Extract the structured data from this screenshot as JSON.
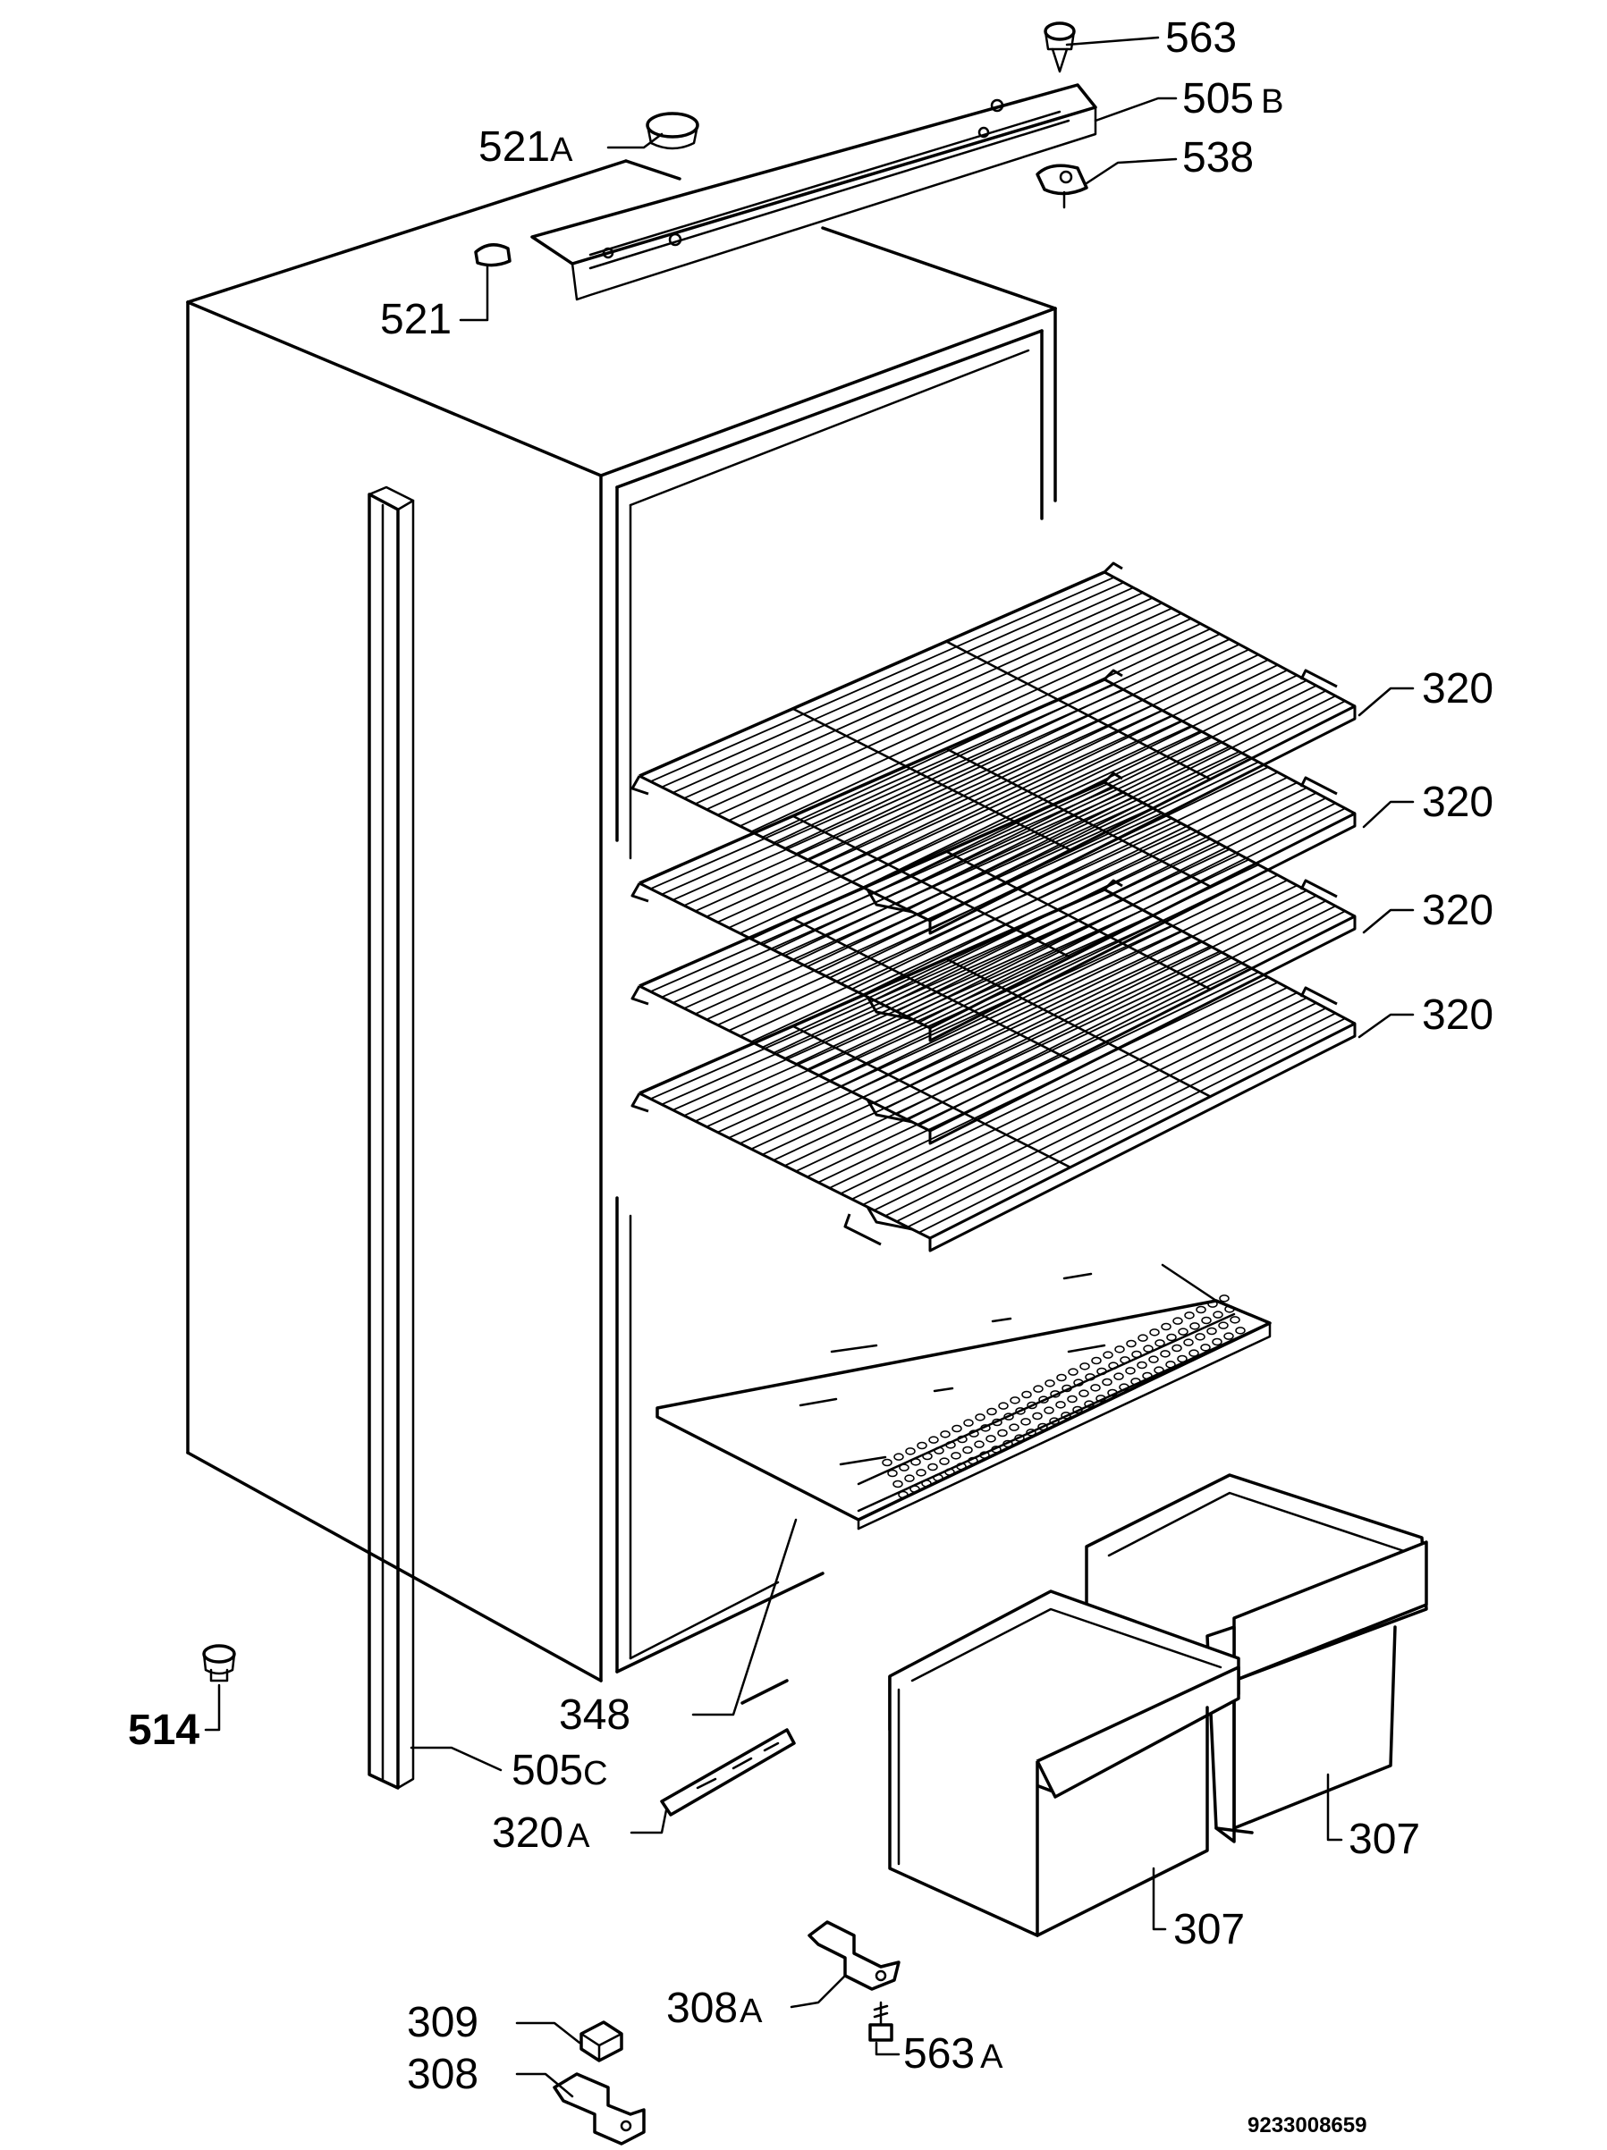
{
  "diagram": {
    "drawing_number": "9233008659",
    "labels": [
      {
        "id": "563",
        "number": "563",
        "suffix": ""
      },
      {
        "id": "505B",
        "number": "505",
        "suffix": "B"
      },
      {
        "id": "521A",
        "number": "521",
        "suffix": "A"
      },
      {
        "id": "538",
        "number": "538",
        "suffix": ""
      },
      {
        "id": "521",
        "number": "521",
        "suffix": ""
      },
      {
        "id": "320-1",
        "number": "320",
        "suffix": ""
      },
      {
        "id": "320-2",
        "number": "320",
        "suffix": ""
      },
      {
        "id": "320-3",
        "number": "320",
        "suffix": ""
      },
      {
        "id": "320-4",
        "number": "320",
        "suffix": ""
      },
      {
        "id": "348",
        "number": "348",
        "suffix": ""
      },
      {
        "id": "514",
        "number": "514",
        "suffix": ""
      },
      {
        "id": "505C",
        "number": "505",
        "suffix": "C"
      },
      {
        "id": "320A",
        "number": "320",
        "suffix": "A"
      },
      {
        "id": "307-1",
        "number": "307",
        "suffix": ""
      },
      {
        "id": "307-2",
        "number": "307",
        "suffix": ""
      },
      {
        "id": "308A",
        "number": "308",
        "suffix": "A"
      },
      {
        "id": "309",
        "number": "309",
        "suffix": ""
      },
      {
        "id": "563A",
        "number": "563",
        "suffix": "A"
      },
      {
        "id": "308",
        "number": "308",
        "suffix": ""
      }
    ]
  }
}
